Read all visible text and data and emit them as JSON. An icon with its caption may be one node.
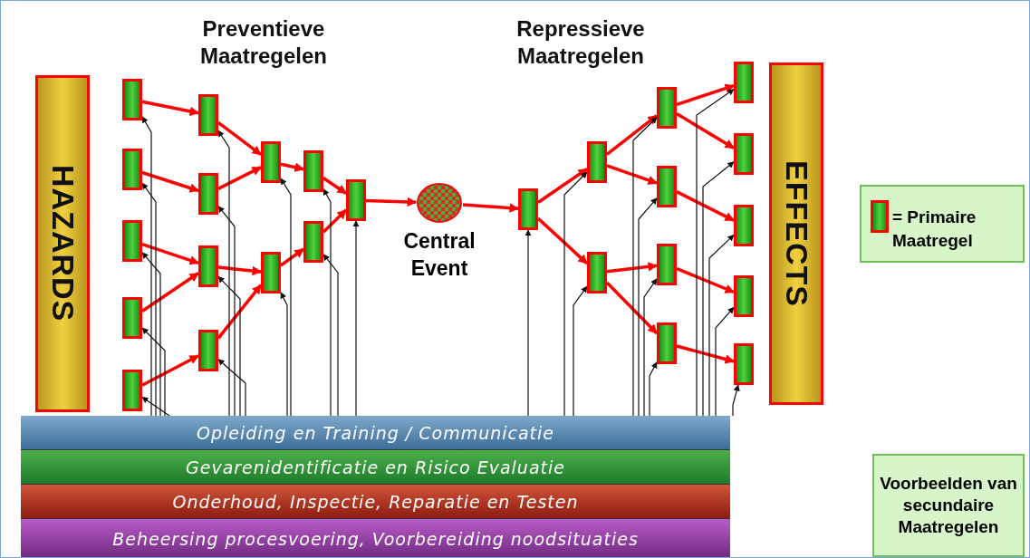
{
  "diagram": {
    "nodes": [
      {
        "text": [
          "HAZARDS"
        ]
      },
      {
        "text": [],
        "shape": "box"
      },
      {
        "text": [],
        "shape": "box"
      },
      {
        "text": [],
        "shape": "box"
      },
      {
        "text": [],
        "shape": "box"
      },
      {
        "text": [],
        "shape": "box"
      },
      {
        "text": [],
        "shape": "box"
      },
      {
        "text": [],
        "shape": "box"
      },
      {
        "text": [],
        "shape": "box"
      },
      {
        "text": [],
        "shape": "box"
      },
      {
        "text": [],
        "shape": "box"
      },
      {
        "text": [],
        "shape": "box"
      },
      {
        "text": [],
        "shape": "box"
      },
      {
        "text": [],
        "shape": "box"
      },
      {
        "text": [],
        "shape": "box"
      },
      {
        "text": [
          "Central Event"
        ]
      },
      {
        "text": [],
        "shape": "box"
      },
      {
        "text": [],
        "shape": "box"
      },
      {
        "text": [],
        "shape": "box"
      },
      {
        "text": [],
        "shape": "box"
      },
      {
        "text": [],
        "shape": "box"
      },
      {
        "text": [],
        "shape": "box"
      },
      {
        "text": [],
        "shape": "box"
      },
      {
        "text": [],
        "shape": "box"
      },
      {
        "text": [],
        "shape": "box"
      },
      {
        "text": [],
        "shape": "box"
      },
      {
        "text": [],
        "shape": "box"
      },
      {
        "text": [],
        "shape": "box"
      },
      {
        "text": [
          "EFFECTS"
        ]
      },
      {
        "text": [
          "Opleiding en Training / Communicatie"
        ]
      },
      {
        "text": [
          "Gevarenidentificatie en Risico Evaluatie"
        ]
      },
      {
        "text": [
          "Onderhoud, Inspectie, Reparatie en Testen"
        ]
      },
      {
        "text": [
          "Beheersing procesvoering, Voorbereiding noodsituaties"
        ]
      },
      {
        "text": [
          "Voorbeelden van secundaire Maatregelen"
        ]
      }
    ],
    "edges": [
      {
        "from": 1,
        "to": 6,
        "arrow": "to",
        "style": "thick",
        "color": "#ff0000"
      },
      {
        "from": 2,
        "to": 7,
        "arrow": "to",
        "style": "thick",
        "color": "#ff0000"
      },
      {
        "from": 3,
        "to": 8,
        "arrow": "to",
        "style": "thick",
        "color": "#ff0000"
      },
      {
        "from": 4,
        "to": 8,
        "arrow": "to",
        "style": "thick",
        "color": "#ff0000"
      },
      {
        "from": 5,
        "to": 9,
        "arrow": "to",
        "style": "thick",
        "color": "#ff0000"
      },
      {
        "from": 6,
        "to": 10,
        "arrow": "to",
        "style": "thick",
        "color": "#ff0000"
      },
      {
        "from": 7,
        "to": 10,
        "arrow": "to",
        "style": "thick",
        "color": "#ff0000"
      },
      {
        "from": 8,
        "to": 11,
        "arrow": "to",
        "style": "thick",
        "color": "#ff0000"
      },
      {
        "from": 9,
        "to": 11,
        "arrow": "to",
        "style": "thick",
        "color": "#ff0000"
      },
      {
        "from": 10,
        "to": 12,
        "arrow": "to",
        "style": "thick",
        "color": "#ff0000"
      },
      {
        "from": 11,
        "to": 13,
        "arrow": "to",
        "style": "thick",
        "color": "#ff0000"
      },
      {
        "from": 12,
        "to": 14,
        "arrow": "to",
        "style": "thick",
        "color": "#ff0000"
      },
      {
        "from": 13,
        "to": 14,
        "arrow": "to",
        "style": "thick",
        "color": "#ff0000"
      },
      {
        "from": 14,
        "to": 15,
        "arrow": "to",
        "style": "thick",
        "color": "#ff0000"
      },
      {
        "from": 15,
        "to": 16,
        "arrow": "to",
        "style": "thick",
        "color": "#ff0000"
      },
      {
        "from": 16,
        "to": 17,
        "arrow": "to",
        "style": "thick",
        "color": "#ff0000"
      },
      {
        "from": 16,
        "to": 18,
        "arrow": "to",
        "style": "thick",
        "color": "#ff0000"
      },
      {
        "from": 17,
        "to": 19,
        "arrow": "to",
        "style": "thick",
        "color": "#ff0000"
      },
      {
        "from": 17,
        "to": 20,
        "arrow": "to",
        "style": "thick",
        "color": "#ff0000"
      },
      {
        "from": 18,
        "to": 21,
        "arrow": "to",
        "style": "thick",
        "color": "#ff0000"
      },
      {
        "from": 18,
        "to": 22,
        "arrow": "to",
        "style": "thick",
        "color": "#ff0000"
      },
      {
        "from": 19,
        "to": 23,
        "arrow": "to",
        "style": "thick",
        "color": "#ff0000"
      },
      {
        "from": 19,
        "to": 24,
        "arrow": "to",
        "style": "thick",
        "color": "#ff0000"
      },
      {
        "from": 20,
        "to": 25,
        "arrow": "to",
        "style": "thick",
        "color": "#ff0000"
      },
      {
        "from": 21,
        "to": 26,
        "arrow": "to",
        "style": "thick",
        "color": "#ff0000"
      },
      {
        "from": 22,
        "to": 27,
        "arrow": "to",
        "style": "thick",
        "color": "#ff0000"
      },
      {
        "from": 29,
        "to": 1,
        "arrow": "to",
        "color": "#111111"
      },
      {
        "from": 29,
        "to": 2,
        "arrow": "to",
        "color": "#111111"
      },
      {
        "from": 29,
        "to": 3,
        "arrow": "to",
        "color": "#111111"
      },
      {
        "from": 29,
        "to": 4,
        "arrow": "to",
        "color": "#111111"
      },
      {
        "from": 29,
        "to": 5,
        "arrow": "to",
        "color": "#111111"
      },
      {
        "from": 29,
        "to": 6,
        "arrow": "to",
        "color": "#111111"
      },
      {
        "from": 29,
        "to": 7,
        "arrow": "to",
        "color": "#111111"
      },
      {
        "from": 29,
        "to": 8,
        "arrow": "to",
        "color": "#111111"
      },
      {
        "from": 29,
        "to": 9,
        "arrow": "to",
        "color": "#111111"
      },
      {
        "from": 29,
        "to": 10,
        "arrow": "to",
        "color": "#111111"
      },
      {
        "from": 29,
        "to": 11,
        "arrow": "to",
        "color": "#111111"
      },
      {
        "from": 29,
        "to": 12,
        "arrow": "to",
        "color": "#111111"
      },
      {
        "from": 29,
        "to": 13,
        "arrow": "to",
        "color": "#111111"
      },
      {
        "from": 29,
        "to": 14,
        "arrow": "to",
        "color": "#111111"
      },
      {
        "from": 29,
        "to": 16,
        "arrow": "to",
        "color": "#111111"
      },
      {
        "from": 29,
        "to": 17,
        "arrow": "to",
        "color": "#111111"
      },
      {
        "from": 29,
        "to": 18,
        "arrow": "to",
        "color": "#111111"
      },
      {
        "from": 29,
        "to": 19,
        "arrow": "to",
        "color": "#111111"
      },
      {
        "from": 29,
        "to": 20,
        "arrow": "to",
        "color": "#111111"
      },
      {
        "from": 29,
        "to": 21,
        "arrow": "to",
        "color": "#111111"
      },
      {
        "from": 29,
        "to": 22,
        "arrow": "to",
        "color": "#111111"
      },
      {
        "from": 29,
        "to": 23,
        "arrow": "to",
        "color": "#111111"
      },
      {
        "from": 29,
        "to": 24,
        "arrow": "to",
        "color": "#111111"
      },
      {
        "from": 29,
        "to": 25,
        "arrow": "to",
        "color": "#111111"
      },
      {
        "from": 29,
        "to": 26,
        "arrow": "to",
        "color": "#111111"
      },
      {
        "from": 29,
        "to": 27,
        "arrow": "to",
        "color": "#111111"
      }
    ],
    "labels": [
      "Preventieve Maatregelen",
      "Repressieve Maatregelen"
    ],
    "legend": [
      {
        "text": "= Primaire Maatregel"
      }
    ]
  }
}
